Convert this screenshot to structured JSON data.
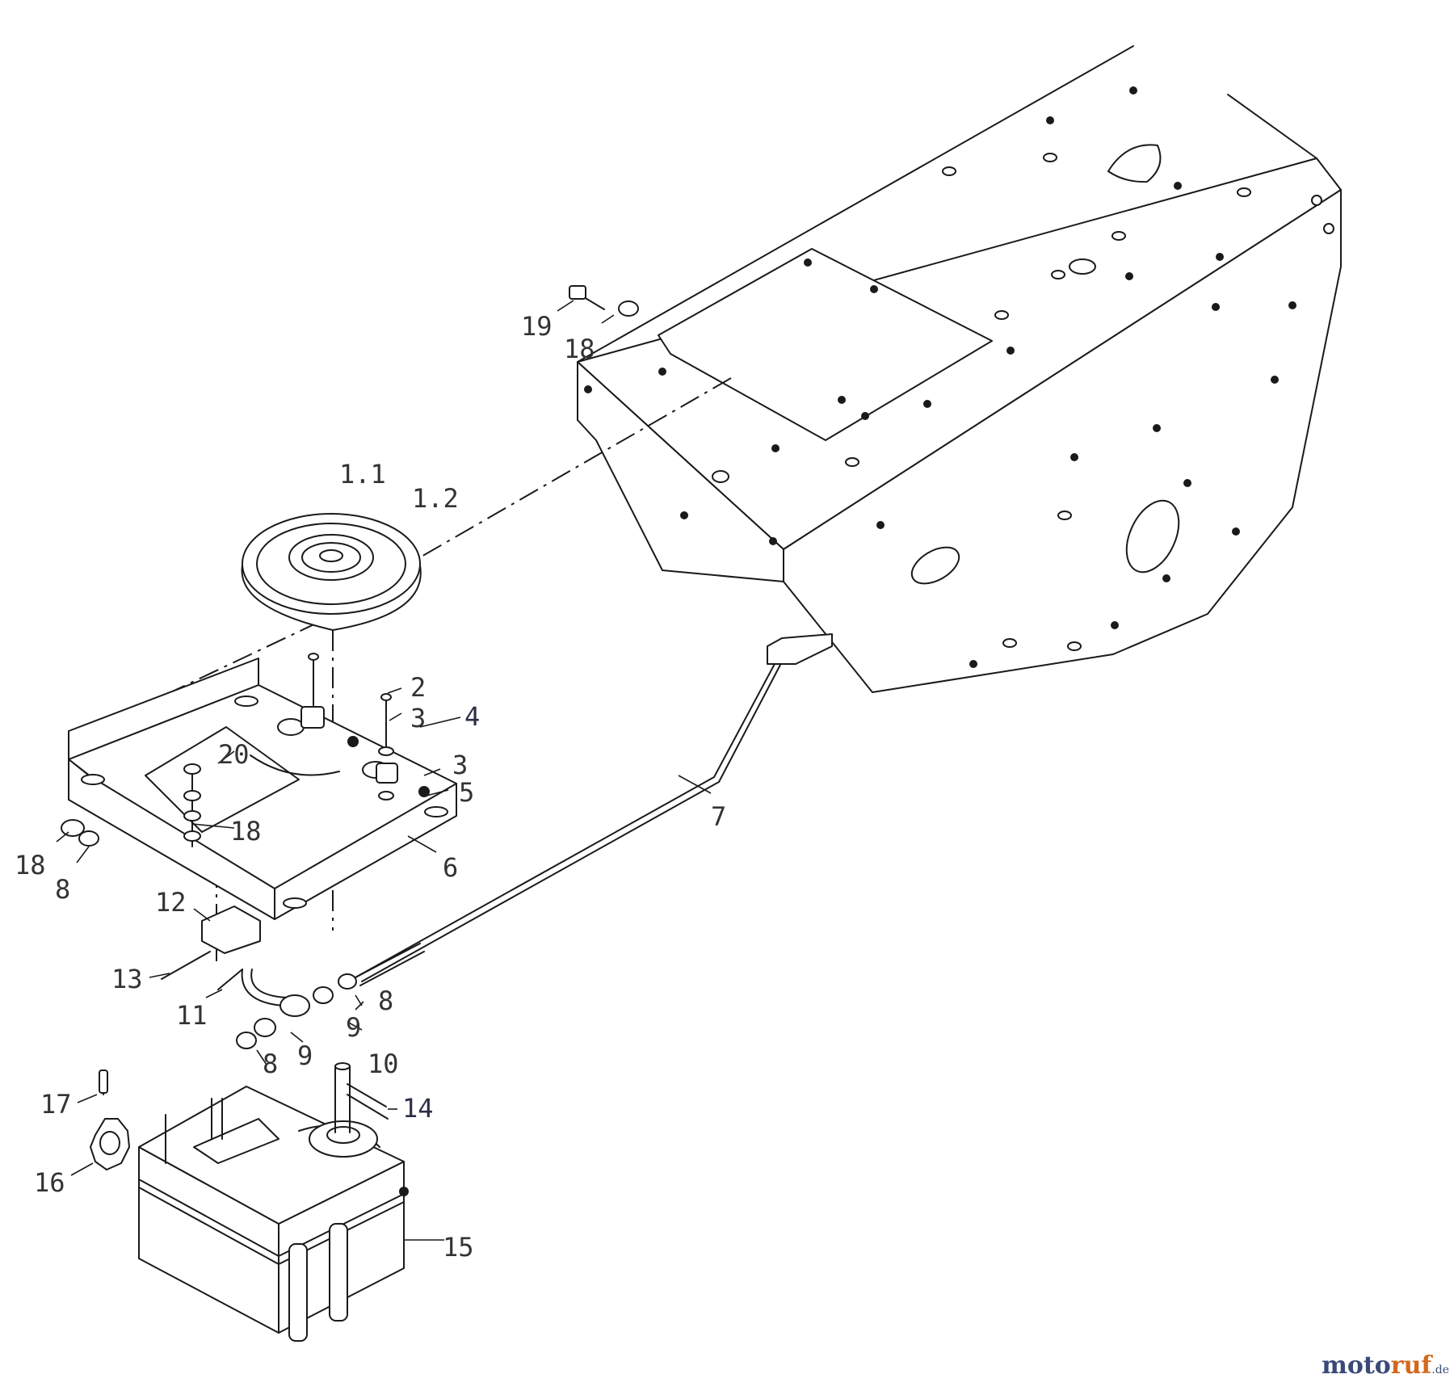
{
  "callouts": {
    "c1_1": "1.1",
    "c1_2": "1.2",
    "c2": "2",
    "c3a": "3",
    "c3b": "3",
    "c4": "4",
    "c5": "5",
    "c6": "6",
    "c7": "7",
    "c8a": "8",
    "c8b": "8",
    "c8c": "8",
    "c9a": "9",
    "c9b": "9",
    "c10": "10",
    "c11": "11",
    "c12": "12",
    "c13": "13",
    "c14": "14",
    "c15": "15",
    "c16": "16",
    "c17": "17",
    "c18a": "18",
    "c18b": "18",
    "c18c": "18",
    "c19": "19",
    "c20": "20"
  },
  "watermark": {
    "part_a": "moto",
    "part_b": "ruf",
    "part_c": ".de"
  }
}
